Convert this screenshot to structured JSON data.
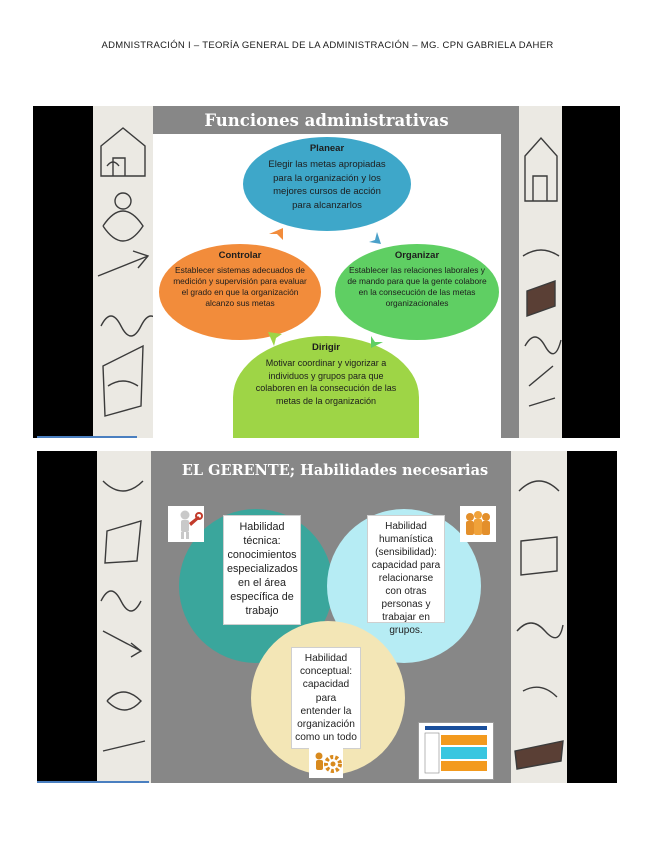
{
  "header": {
    "text": "ADMNISTRACIÓN I – TEORÍA GENERAL DE LA ADMINISTRACIÓN – MG. CPN GABRIELA DAHER"
  },
  "slide1": {
    "title": "Funciones administrativas",
    "planear": {
      "title": "Planear",
      "body": "Elegir las metas apropiadas para  la organización y los mejores cursos de acción para alcanzarlos"
    },
    "controlar": {
      "title": "Controlar",
      "body": "Establecer sistemas adecuados de medición y supervisión para evaluar el grado en que la organización alcanzo sus metas"
    },
    "organizar": {
      "title": "Organizar",
      "body": "Establecer las relaciones laborales y de mando para que la gente colabore en la consecución de las metas organizacionales"
    },
    "dirigir": {
      "title": "Dirigir",
      "body": "Motivar coordinar y vigorizar a individuos y grupos para que colaboren  en la consecución de las metas de la organización"
    },
    "colors": {
      "planear": "#3ea7c9",
      "controlar": "#f28c3b",
      "organizar": "#5fcf63",
      "dirigir": "#9ed546",
      "arrows": "#4aa0c9"
    }
  },
  "slide2": {
    "title": "EL GERENTE;  Habilidades necesarias",
    "tecnica": "Habilidad técnica: conocimientos especializados en el área específica de trabajo",
    "humanistica": "Habilidad humanística (sensibilidad): capacidad para relacionarse con otras personas y trabajar en grupos.",
    "conceptual": "Habilidad conceptual: capacidad para entender la organización como un todo",
    "colors": {
      "tecnica": "#3aa69c",
      "humanistica": "#b6ecf4",
      "conceptual": "#f3e6b6"
    }
  },
  "icons": [
    "figure-wrench-icon",
    "team-figures-icon",
    "gear-figure-icon"
  ]
}
